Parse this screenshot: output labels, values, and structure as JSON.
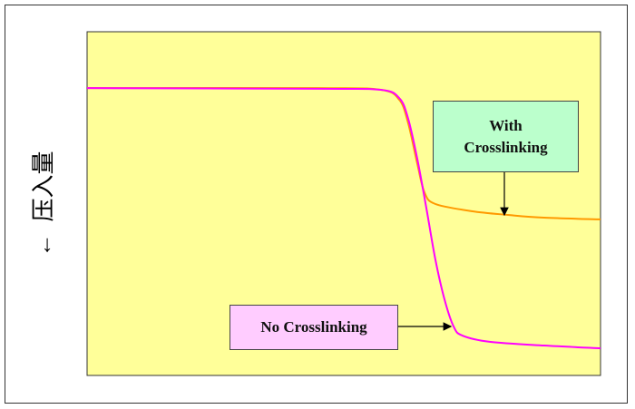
{
  "chart_data": {
    "type": "line",
    "title": "",
    "xlabel": "",
    "ylabel": "压入量",
    "ylabel_arrow": "←",
    "xlim": [
      0,
      100
    ],
    "ylim": [
      0,
      100
    ],
    "grid": false,
    "background": "#ffff99",
    "series": [
      {
        "name": "With Crosslinking",
        "color": "#ff9900",
        "x": [
          0,
          44.9,
          57.2,
          60.8,
          62.5,
          64.3,
          65.7,
          67.8,
          74.9,
          82.0,
          89.0,
          100
        ],
        "y": [
          83.6,
          83.6,
          83.1,
          80.2,
          73.6,
          61.7,
          53.3,
          49.9,
          47.8,
          46.7,
          45.9,
          45.4
        ]
      },
      {
        "name": "No Crosslinking",
        "color": "#ff00ff",
        "x": [
          0,
          44.9,
          57.2,
          60.8,
          62.5,
          64.3,
          66.1,
          67.8,
          69.6,
          71.4,
          73.1,
          78.4,
          89.0,
          100
        ],
        "y": [
          83.6,
          83.4,
          83.1,
          80.7,
          74.9,
          63.1,
          48.5,
          34.0,
          22.2,
          14.2,
          11.6,
          9.8,
          8.7,
          7.9
        ]
      }
    ],
    "annotations": [
      {
        "text": "With Crosslinking",
        "line1": "With",
        "line2": "Crosslinking",
        "color": "#bbffcc",
        "points_to": "With Crosslinking"
      },
      {
        "text": "No Crosslinking",
        "color": "#ffccff",
        "points_to": "No Crosslinking"
      }
    ]
  }
}
